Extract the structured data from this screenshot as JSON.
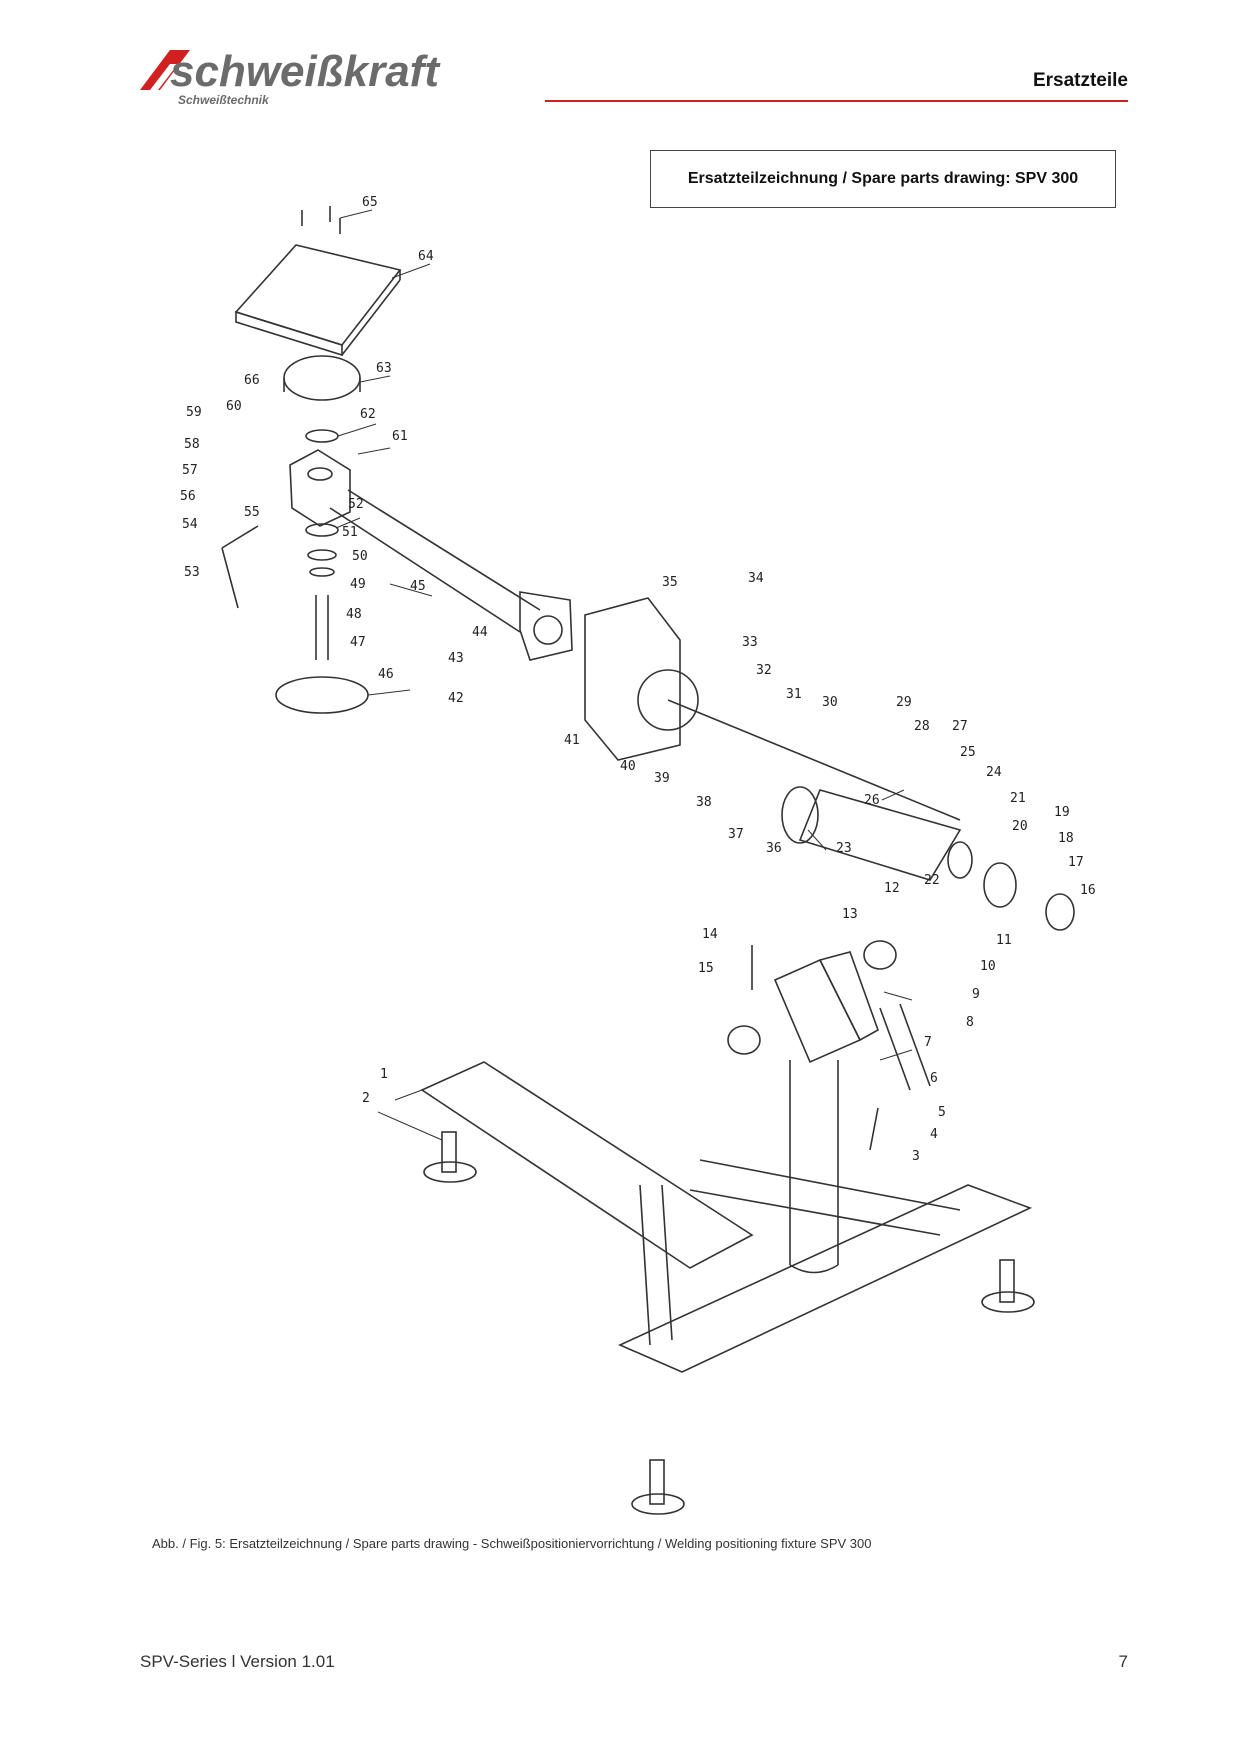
{
  "header": {
    "brand": "schweißkraft",
    "brand_sub": "Schweißtechnik",
    "brand_color": "#d21f1f",
    "section_title": "Ersatzteile"
  },
  "drawing": {
    "title": "Ersatzteilzeichnung  / Spare parts drawing: SPV 300",
    "part_labels": [
      "1",
      "2",
      "3",
      "4",
      "5",
      "6",
      "7",
      "8",
      "9",
      "10",
      "11",
      "12",
      "13",
      "14",
      "15",
      "16",
      "17",
      "18",
      "19",
      "20",
      "21",
      "22",
      "23",
      "24",
      "25",
      "26",
      "27",
      "28",
      "29",
      "30",
      "31",
      "32",
      "33",
      "34",
      "35",
      "36",
      "37",
      "38",
      "39",
      "40",
      "41",
      "42",
      "43",
      "44",
      "45",
      "46",
      "47",
      "48",
      "49",
      "50",
      "51",
      "52",
      "53",
      "54",
      "55",
      "56",
      "57",
      "58",
      "59",
      "60",
      "61",
      "62",
      "63",
      "64",
      "65",
      "66"
    ],
    "caption": "Abb. / Fig. 5: Ersatzteilzeichnung / Spare parts drawing - Schweißpositioniervorrichtung / Welding positioning fixture SPV 300"
  },
  "footer": {
    "series_version": "SPV-Series  l Version 1.01",
    "page_number": "7"
  }
}
